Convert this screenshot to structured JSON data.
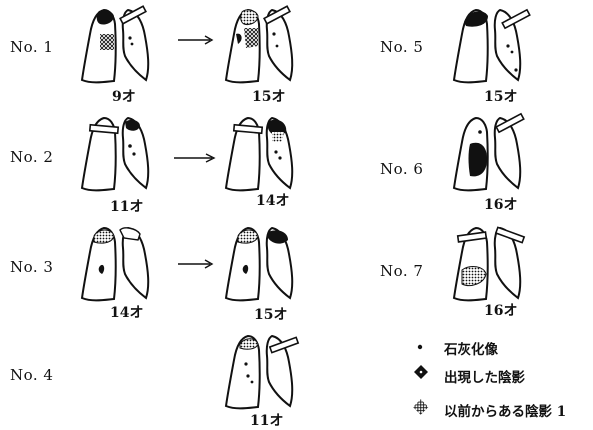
{
  "cases": [
    {
      "label": "No. 1",
      "ages": [
        "9オ",
        "15オ"
      ]
    },
    {
      "label": "No. 2",
      "ages": [
        "11オ",
        "14オ"
      ]
    },
    {
      "label": "No. 3",
      "ages": [
        "14オ",
        "15オ"
      ]
    },
    {
      "label": "No. 4",
      "ages": [
        "11オ"
      ]
    },
    {
      "label": "No. 5",
      "ages": [
        "15オ"
      ]
    },
    {
      "label": "No. 6",
      "ages": [
        "16オ"
      ]
    },
    {
      "label": "No. 7",
      "ages": [
        "16オ"
      ]
    }
  ],
  "legend": {
    "calcified": "石灰化像",
    "new_shadow": "出現した陰影",
    "old_shadow": "以前からある陰影 1"
  }
}
